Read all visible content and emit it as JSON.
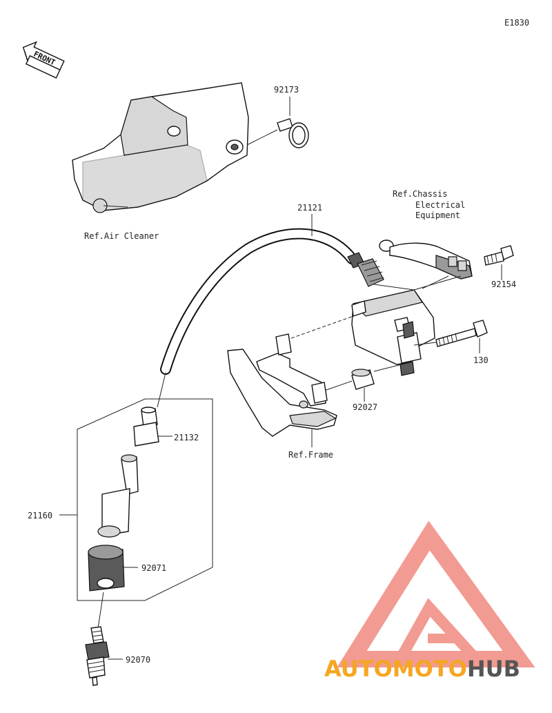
{
  "diagram_id": "E1830",
  "front_marker": "FRONT",
  "callouts": {
    "p92173": "92173",
    "ref_air_cleaner": "Ref.Air Cleaner",
    "p21121": "21121",
    "ref_chassis_1": "Ref.Chassis",
    "ref_chassis_2": "Electrical",
    "ref_chassis_3": "Equipment",
    "p92154": "92154",
    "p130": "130",
    "p92027": "92027",
    "ref_frame": "Ref.Frame",
    "p21132": "21132",
    "p21160": "21160",
    "p92071": "92071",
    "p92070": "92070"
  },
  "watermark": {
    "part1": "AUTO",
    "part2": "MOTO",
    "part3": "HUB",
    "color_primary": "#f5a623",
    "color_logo": "#f08a80",
    "color_dark": "#555555"
  }
}
